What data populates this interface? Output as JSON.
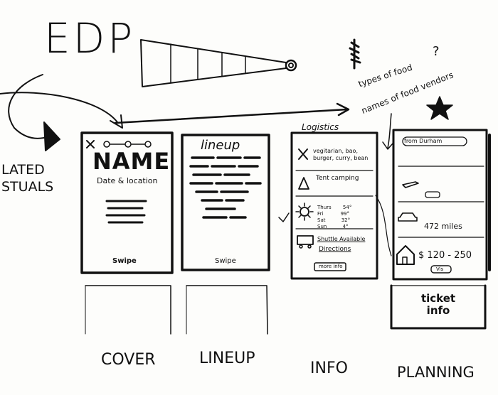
{
  "title": "EDP",
  "left_labels": {
    "line1": "LATED",
    "line2": "STUALS"
  },
  "notes": {
    "line1": "types of food",
    "line2": "names of food vendors",
    "mark": "?"
  },
  "screens": {
    "cover": {
      "name": "NAME",
      "sub": "Date & location",
      "swipe": "Swipe",
      "caption": "COVER"
    },
    "lineup": {
      "heading": "lineup",
      "swipe": "Swipe",
      "caption": "LINEUP"
    },
    "info": {
      "heading": "Logistics",
      "food": "vegitarian, bao, burger, curry, bean",
      "tent": "Tent camping",
      "weather": [
        {
          "day": "Thurs",
          "temp": "54°"
        },
        {
          "day": "Fri",
          "temp": "99°"
        },
        {
          "day": "Sat",
          "temp": "32°"
        },
        {
          "day": "Sun",
          "temp": "4°"
        }
      ],
      "shuttle": "Shuttle Available",
      "directions": "Directions",
      "more": "more info",
      "caption": "INFO"
    },
    "planning": {
      "from": "from Durham",
      "miles": "472 miles",
      "price": "120 - 250",
      "button": "Vis",
      "ticket": "ticket info",
      "caption": "PLANNING"
    }
  }
}
